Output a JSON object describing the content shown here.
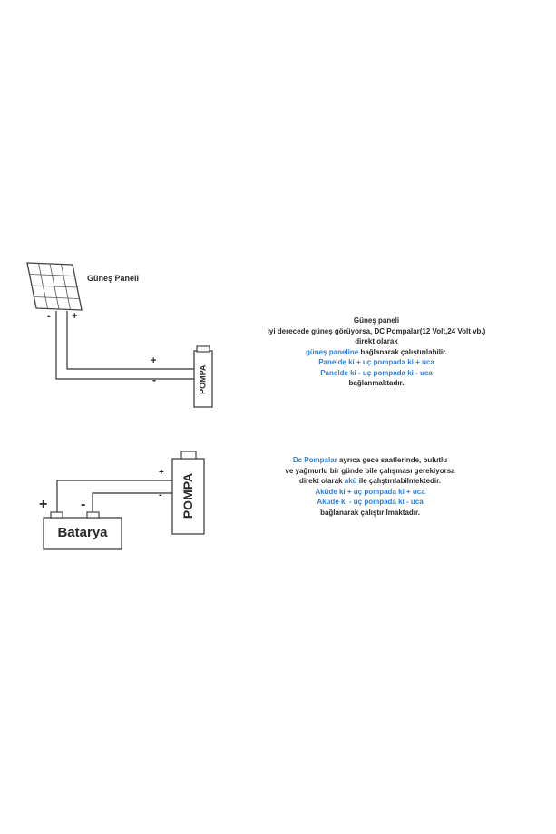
{
  "colors": {
    "highlight": "#2f7fd0",
    "ink": "#222222"
  },
  "solar": {
    "panel_label": "Güneş Paneli",
    "panel_minus": "-",
    "panel_plus": "+",
    "wire_plus": "+",
    "wire_minus": "-",
    "pump_label": "POMPA"
  },
  "battery": {
    "label": "Batarya",
    "term_plus": "+",
    "term_minus": "-",
    "wire_plus": "+",
    "wire_minus": "-",
    "pump_label": "POMPA"
  },
  "desc1": {
    "line1": "Güneş paneli",
    "line2": "iyi derecede güneş görüyorsa, DC Pompalar(12 Volt,24 Volt vb.)",
    "line3": "direkt olarak",
    "line4_blue": "güneş paneline",
    "line4_rest": " bağlanarak çalıştırılabilir.",
    "line5": "Panelde ki + uç pompada ki + uca",
    "line6": "Panelde ki - uç pompada ki - uca",
    "line7": "bağlanmaktadır."
  },
  "desc2": {
    "line1_blue": "Dc Pompalar",
    "line1_rest": " ayrıca gece saatlerinde, bulutlu",
    "line2": "ve yağmurlu bir günde bile çalışması gerekiyorsa",
    "line3_pre": "direkt olarak ",
    "line3_blue": "akü",
    "line3_rest": " ile çalıştırılabilmektedir.",
    "line4": "Aküde ki + uç pompada ki + uca",
    "line5": "Aküde ki - uç pompada ki - uca",
    "line6": "bağlanarak çalıştırılmaktadır."
  }
}
